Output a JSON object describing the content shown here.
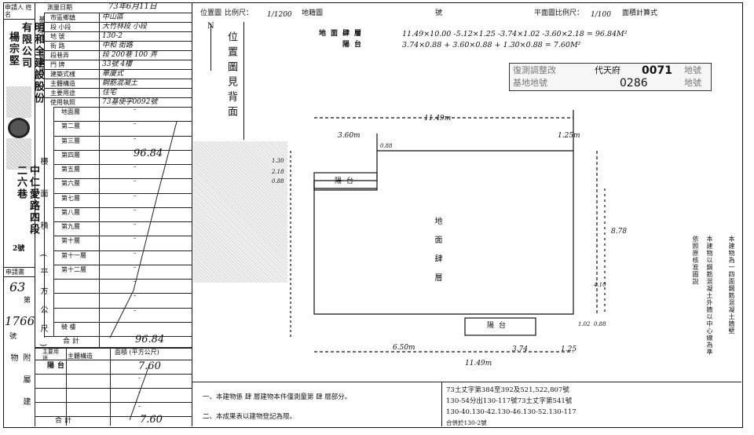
{
  "applicant": {
    "header": "申請人 姓名",
    "name_vertical_1": "明和全建設股份有限公司",
    "name_vertical_2": "楊宗堅",
    "address_vertical": "中仁愛路四段二六巷",
    "number_vertical": "2號",
    "application_label": "申請書",
    "application_no": "63",
    "application_suffix": "第",
    "application_no2": "1766",
    "application_suffix2": "號"
  },
  "form": {
    "survey_date_label": "測量日期",
    "survey_date": "73年6月11日",
    "rows": [
      {
        "label": "市區鄉鎮",
        "value": "中山區"
      },
      {
        "label": "段 小段",
        "value": "大竹林段     小段"
      },
      {
        "label": "地 號",
        "value": "130-2"
      },
      {
        "label": "街 路",
        "value": "中和      街路"
      },
      {
        "label": "段巷弄",
        "value": "段 200巷 100 弄"
      },
      {
        "label": "門 牌",
        "value": "33號 4樓"
      },
      {
        "label": "建築式樣",
        "value": "華廈式"
      },
      {
        "label": "主體構造",
        "value": "鋼筋混凝土"
      },
      {
        "label": "主要用途",
        "value": "住宅"
      },
      {
        "label": "使用執照",
        "value": "73基使字0092號"
      }
    ],
    "group_labels": [
      "基地地號",
      "建物門牌"
    ],
    "floors_label": "樓 面 積 (平方公尺)",
    "floors": [
      {
        "name": "地面層",
        "value": "-"
      },
      {
        "name": "第二層",
        "value": "-"
      },
      {
        "name": "第三層",
        "value": "-"
      },
      {
        "name": "第四層",
        "value": "96.84"
      },
      {
        "name": "第五層",
        "value": "-"
      },
      {
        "name": "第六層",
        "value": "-"
      },
      {
        "name": "第七層",
        "value": "-"
      },
      {
        "name": "第八層",
        "value": "-"
      },
      {
        "name": "第九層",
        "value": "-"
      },
      {
        "name": "第十層",
        "value": "-"
      },
      {
        "name": "第十一層",
        "value": "-"
      },
      {
        "name": "第十二層",
        "value": "-"
      },
      {
        "name": "",
        "value": "-"
      },
      {
        "name": "",
        "value": "-"
      },
      {
        "name": "",
        "value": "-"
      },
      {
        "name": "騎 樓",
        "value": ""
      }
    ],
    "total_label": "合 計",
    "total_value": "96.84",
    "annex": {
      "header_use": "主要用途",
      "header_struct": "主體構造",
      "header_area": "面積 (平方公尺)",
      "rows": [
        {
          "use": "陽台",
          "area": "7.60"
        },
        {
          "use": "",
          "area": "-"
        },
        {
          "use": "",
          "area": "-"
        },
        {
          "use": "",
          "area": "-"
        }
      ],
      "side_label": "附屬建物",
      "total_label": "合 計",
      "total_value": "7.60"
    }
  },
  "plan": {
    "location_label": "位置圖",
    "scale_label": "比例尺：",
    "scale_value": "1/1200",
    "map_label": "地籍圖",
    "number_label": "號",
    "plan_scale_label": "平面圖比例尺：",
    "plan_scale_value": "1/100",
    "area_calc_label": "面積計算式",
    "location_note_vertical": "位置圖見背面",
    "north": "N",
    "calc_floor": "地面肆層",
    "calc_balcony": "陽台",
    "calc_line1": "11.49×10.00 -5.12×1.25 -3.74×1.02 -3.60×2.18 = 96.84M²",
    "calc_line2": "3.74×0.88 + 3.60×0.88 + 1.30×0.88 = 7.60M²",
    "stamp1": "復測調整改",
    "stamp2": "代天府",
    "stamp3": "0071",
    "stamp4": "地號",
    "stamp5": "基地地號",
    "stamp6": "0286",
    "stamp7": "地號",
    "dims": {
      "top": "11.49m",
      "left_width": "3.60m",
      "left_small": "0.88",
      "right_top": "1.25m",
      "side_a": "1.30",
      "side_b": "2.18",
      "side_c": "0.88",
      "right_depth": "8.78",
      "right_mid": "4.10",
      "bottom_left": "6.50m",
      "bottom_mid": "3.74",
      "bottom_right": "1.25",
      "bottom_total": "11.49m",
      "bot_small1": "1.02",
      "bot_small2": "0.88"
    },
    "room_label": "地面肆層",
    "balcony_top": "陽台",
    "balcony_bottom": "陽台",
    "right_vertical_1": "本建物為一四面鋼筋混凝土牆壁",
    "right_vertical_2": "依照原核准圖說",
    "right_vertical_3": "本建物以鋼筋混凝土外牆以中心線為準",
    "note1": "一、本建物係 肆 層建物本件僅測量第 肆 層部分。",
    "note2": "二、本成果表以建物登記為限。",
    "lot_note1": "73土丈字第384至392及521,522,807號",
    "lot_note2": "130-54分出130-117號73土丈字第541號",
    "lot_note3": "130-40.130-42.130-46.130-52.130-117",
    "lot_note4": "合併於130-2號"
  }
}
